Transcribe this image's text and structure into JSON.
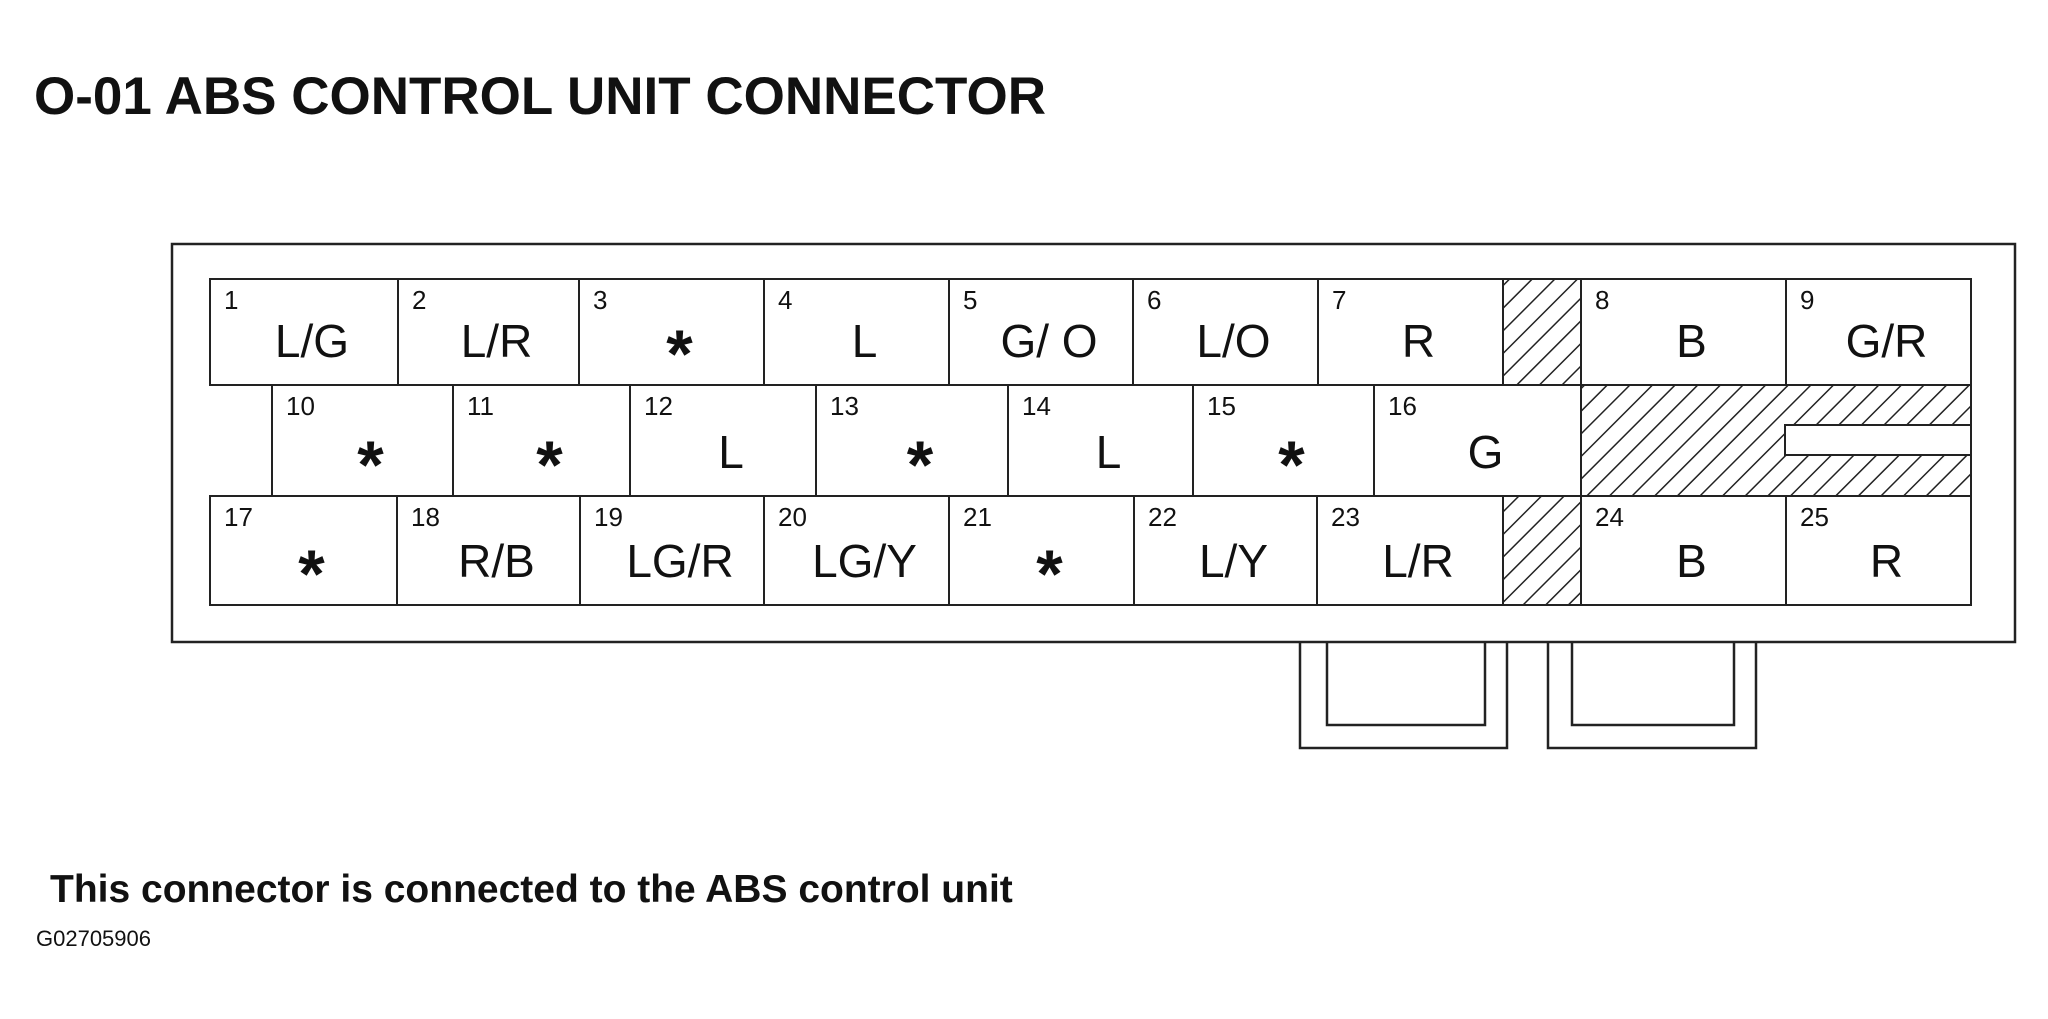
{
  "title": "O-01 ABS CONTROL UNIT CONNECTOR",
  "caption": "This connector is connected to the ABS control unit",
  "figure_id": "G02705906",
  "colors": {
    "line": "#222222",
    "background": "#ffffff"
  },
  "pins": [
    {
      "number": "1",
      "wire": "L/G"
    },
    {
      "number": "2",
      "wire": "L/R"
    },
    {
      "number": "3",
      "wire": "*"
    },
    {
      "number": "4",
      "wire": "L"
    },
    {
      "number": "5",
      "wire": "G/ O"
    },
    {
      "number": "6",
      "wire": "L/O"
    },
    {
      "number": "7",
      "wire": "R"
    },
    {
      "number": "8",
      "wire": "B"
    },
    {
      "number": "9",
      "wire": "G/R"
    },
    {
      "number": "10",
      "wire": "*"
    },
    {
      "number": "11",
      "wire": "*"
    },
    {
      "number": "12",
      "wire": "L"
    },
    {
      "number": "13",
      "wire": "*"
    },
    {
      "number": "14",
      "wire": "L"
    },
    {
      "number": "15",
      "wire": "*"
    },
    {
      "number": "16",
      "wire": "G"
    },
    {
      "number": "17",
      "wire": "*"
    },
    {
      "number": "18",
      "wire": "R/B"
    },
    {
      "number": "19",
      "wire": "LG/R"
    },
    {
      "number": "20",
      "wire": "LG/Y"
    },
    {
      "number": "21",
      "wire": "*"
    },
    {
      "number": "22",
      "wire": "L/Y"
    },
    {
      "number": "23",
      "wire": "L/R"
    },
    {
      "number": "24",
      "wire": "B"
    },
    {
      "number": "25",
      "wire": "R"
    }
  ]
}
